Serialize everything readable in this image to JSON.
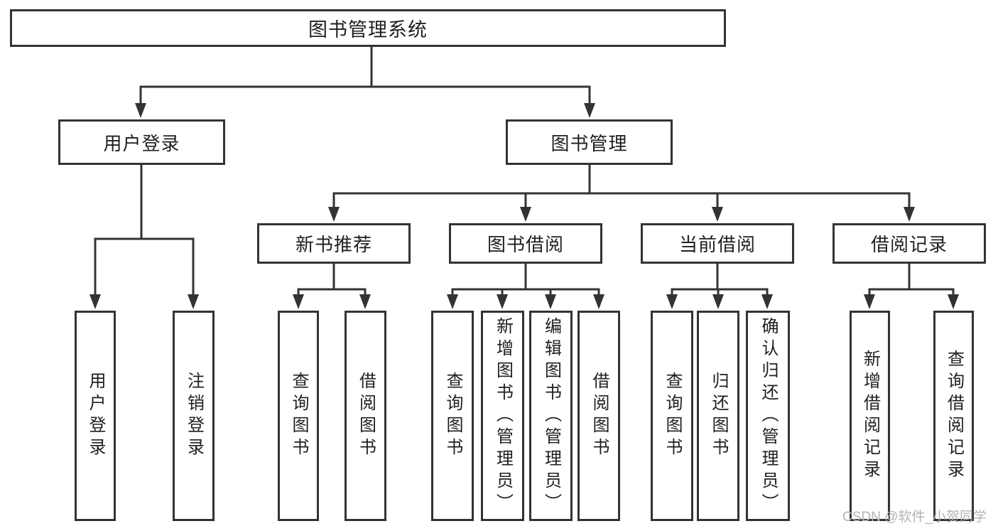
{
  "diagram": {
    "root": {
      "label": "图书管理系统"
    },
    "level1": [
      {
        "label": "用户登录"
      },
      {
        "label": "图书管理"
      }
    ],
    "level2": [
      {
        "label": "新书推荐"
      },
      {
        "label": "图书借阅"
      },
      {
        "label": "当前借阅"
      },
      {
        "label": "借阅记录"
      }
    ],
    "leaves": {
      "user_login": [
        "用户登录",
        "注销登录"
      ],
      "new_books": [
        "查询图书",
        "借阅图书"
      ],
      "book_borrow": [
        "查询图书",
        "新增图书（管理员）",
        "编辑图书（管理员）",
        "借阅图书"
      ],
      "current_borrow": [
        "查询图书",
        "归还图书",
        "确认归还（管理员）"
      ],
      "borrow_records": [
        "新增借阅记录",
        "查询借阅记录"
      ]
    },
    "watermark": "CSDN @软件_小贺同学",
    "colors": {
      "line": "#333333",
      "box_border": "#333333",
      "box_fill": "#ffffff",
      "text": "#1f1f1f",
      "watermark": "#b3b3b3",
      "background": "#ffffff"
    }
  }
}
